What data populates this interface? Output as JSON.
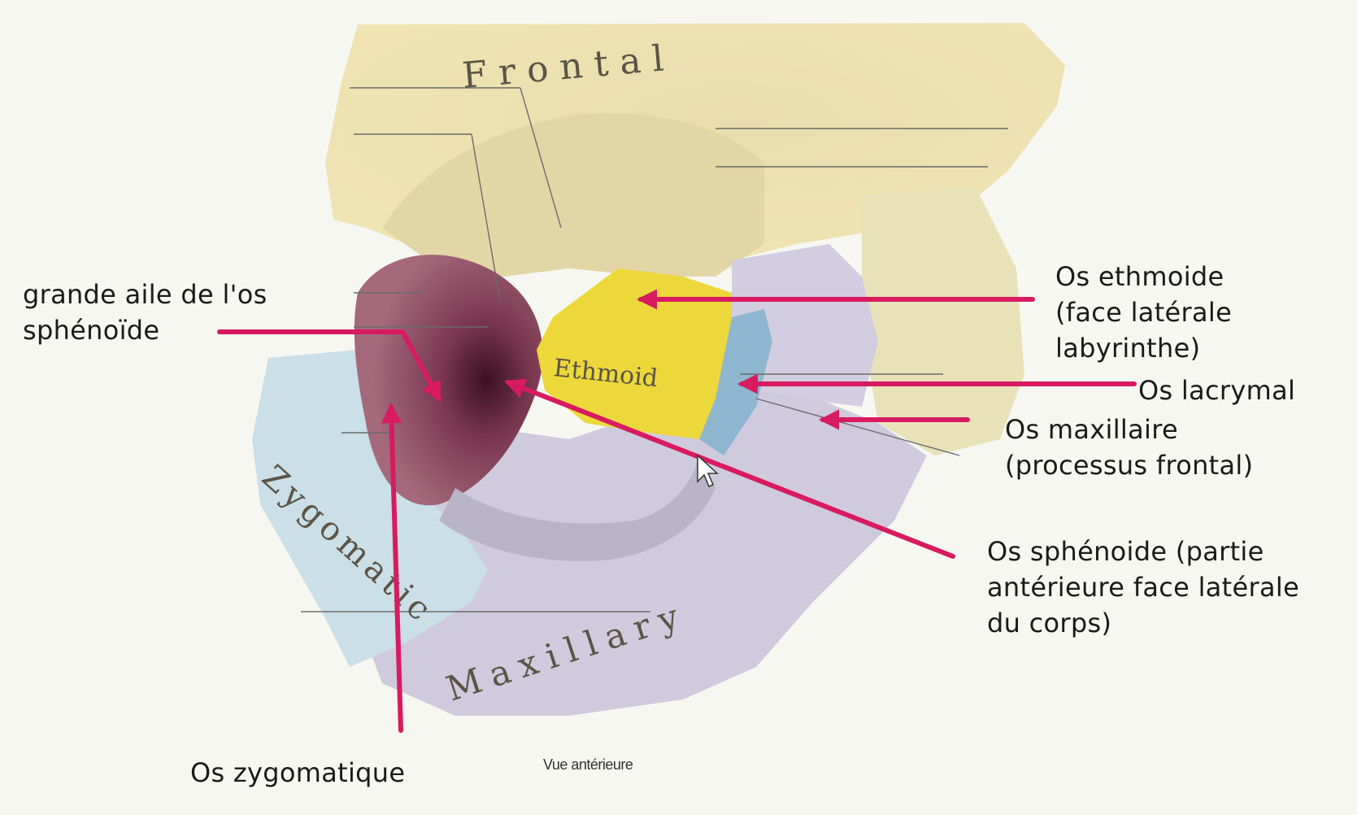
{
  "bone_labels": {
    "frontal": "Frontal",
    "ethmoid": "Ethmoid",
    "zygomatic": "Zygomatic",
    "maxillary": "Maxillary"
  },
  "annotations": {
    "grande_aile": [
      "grande aile de l'os",
      "sphénoïde"
    ],
    "ethmoide": [
      "Os ethmoide",
      "(face latérale",
      "labyrinthe)"
    ],
    "lacrymal": [
      "Os lacrymal"
    ],
    "maxillaire": [
      "Os maxillaire",
      "(processus frontal)"
    ],
    "sphenoide": [
      "Os sphénoide (partie",
      "antérieure face latérale",
      "du corps)"
    ],
    "zygomatique": [
      "Os zygomatique"
    ]
  },
  "caption": "Vue antérieure",
  "colors": {
    "arrow": "#d81b60",
    "frontal": "#efe3b8",
    "ethmoid": "#ecd83a",
    "sphenoid": "#8e4d63",
    "lacrimal": "#8fb6cf",
    "zygomatic": "#c9dde6",
    "maxilla": "#c9c4d8"
  }
}
